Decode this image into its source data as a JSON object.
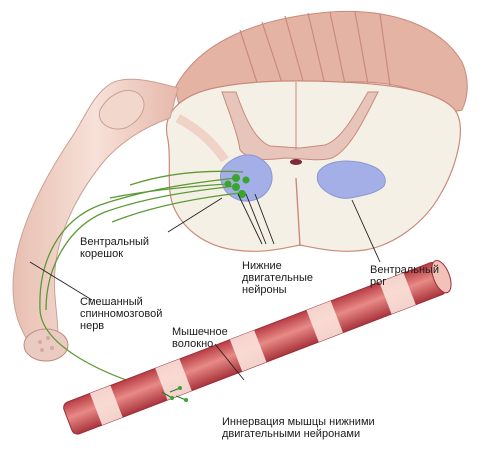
{
  "labels": {
    "ventral_root": [
      "Вентральный",
      "корешок"
    ],
    "mixed_nerve": [
      "Смешанный",
      "спинномозговой",
      "нерв"
    ],
    "lower_motor_neurons": [
      "Нижние",
      "двигательные",
      "нейроны"
    ],
    "ventral_horn": [
      "Вентральный",
      "рог"
    ],
    "muscle_fiber": [
      "Мышечное",
      "волокно"
    ],
    "caption": [
      "Иннервация мышцы нижними",
      "двигательными нейронами"
    ]
  },
  "colors": {
    "white_matter": "#f4efe6",
    "gray_matter": "#e9c8bd",
    "ventral_horn_blue": "#9aa6e2",
    "meninges": "#e3aea0",
    "nerve": "#f1d5c9",
    "axon": "#6d9a3c",
    "neuron": "#3aa52f",
    "muscle_band_dark": "#d56a6a",
    "muscle_band_light": "#fbe2da"
  }
}
